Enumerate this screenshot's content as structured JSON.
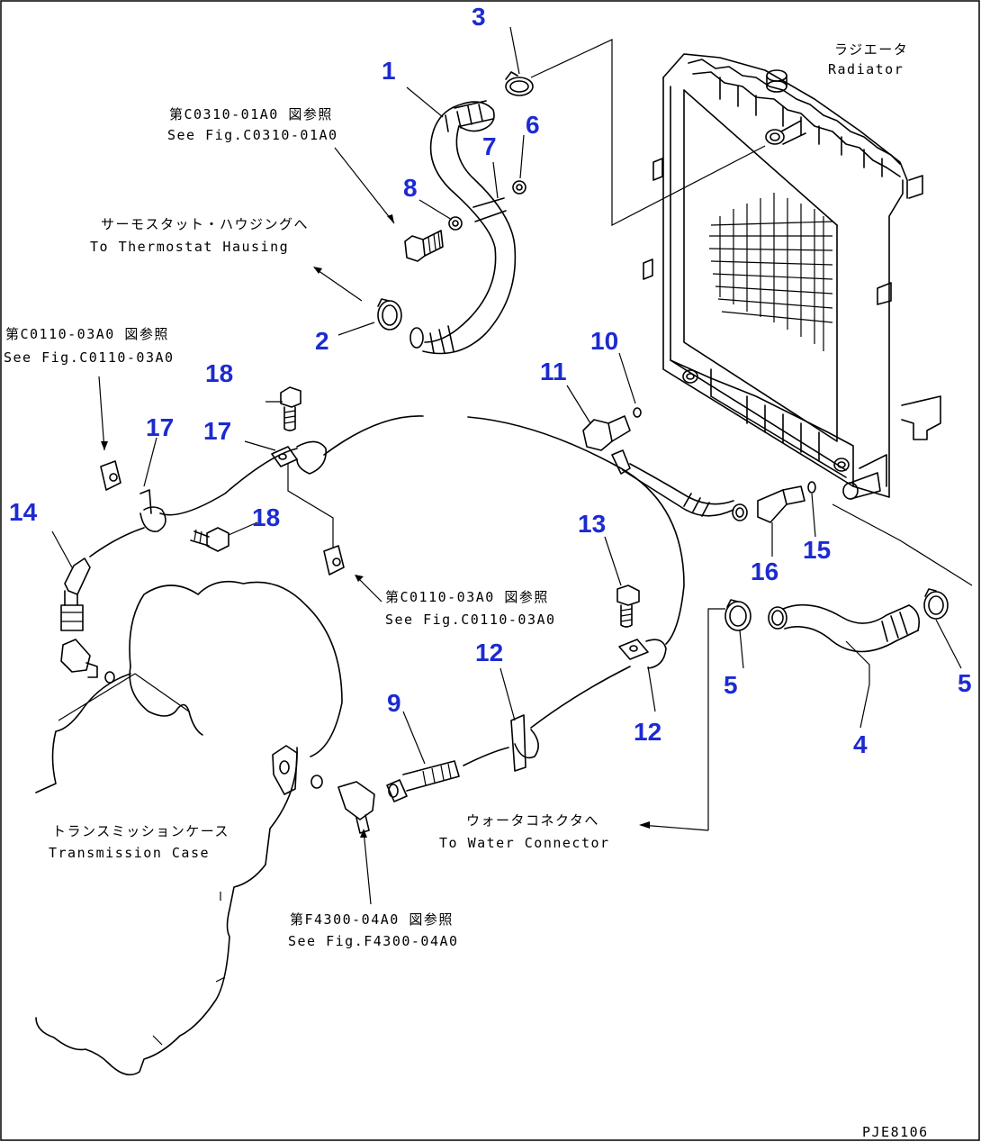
{
  "notes": {
    "radiator_jp": "ラジエータ",
    "radiator_en": "Radiator",
    "thermostat_jp": "サーモスタット・ハウジングへ",
    "thermostat_en": "To Thermostat Hausing",
    "ref_c0310_jp": "第C0310-01A0 図参照",
    "ref_c0310_en": "See Fig.C0310-01A0",
    "ref_c0110_left_jp": "第C0110-03A0 図参照",
    "ref_c0110_left_en": "See Fig.C0110-03A0",
    "ref_c0110_mid_jp": "第C0110-03A0 図参照",
    "ref_c0110_mid_en": "See Fig.C0110-03A0",
    "water_connector_jp": "ウォータコネクタへ",
    "water_connector_en": "To Water Connector",
    "transmission_jp": "トランスミッションケース",
    "transmission_en": "Transmission Case",
    "ref_f4300_jp": "第F4300-04A0 図参照",
    "ref_f4300_en": "See Fig.F4300-04A0",
    "drawing_code": "PJE8106"
  },
  "callouts": {
    "c1": "1",
    "c2": "2",
    "c3": "3",
    "c4": "4",
    "c5a": "5",
    "c5b": "5",
    "c6": "6",
    "c7": "7",
    "c8": "8",
    "c9": "9",
    "c10": "10",
    "c11": "11",
    "c12a": "12",
    "c12b": "12",
    "c13": "13",
    "c14": "14",
    "c15": "15",
    "c16": "16",
    "c17a": "17",
    "c17b": "17",
    "c18a": "18",
    "c18b": "18"
  },
  "colors": {
    "callout": "#1c2bd1",
    "line": "#000000",
    "background": "#ffffff"
  }
}
